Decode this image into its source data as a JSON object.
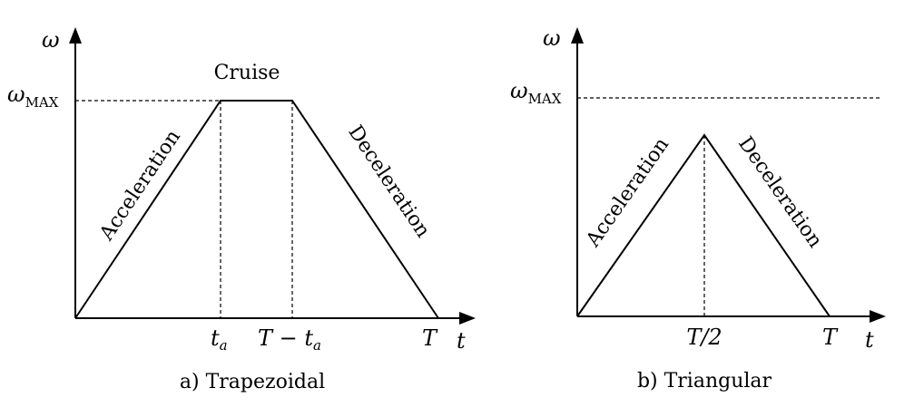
{
  "panel_a": {
    "y_axis_label": "ω",
    "x_axis_label": "t",
    "wmax_main": "ω",
    "wmax_sub": "MAX",
    "cruise_label": "Cruise",
    "acceleration_label": "Acceleration",
    "deceleration_label": "Deceleration",
    "tick_ta_main": "t",
    "tick_ta_sub": "a",
    "tick_T_minus_ta_main": "T − t",
    "tick_T_minus_ta_sub": "a",
    "tick_T": "T",
    "caption": "a) Trapezoidal"
  },
  "panel_b": {
    "y_axis_label": "ω",
    "x_axis_label": "t",
    "wmax_main": "ω",
    "wmax_sub": "MAX",
    "acceleration_label": "Acceleration",
    "deceleration_label": "Deceleration",
    "tick_T_half": "T/2",
    "tick_T": "T",
    "caption": "b) Triangular"
  }
}
